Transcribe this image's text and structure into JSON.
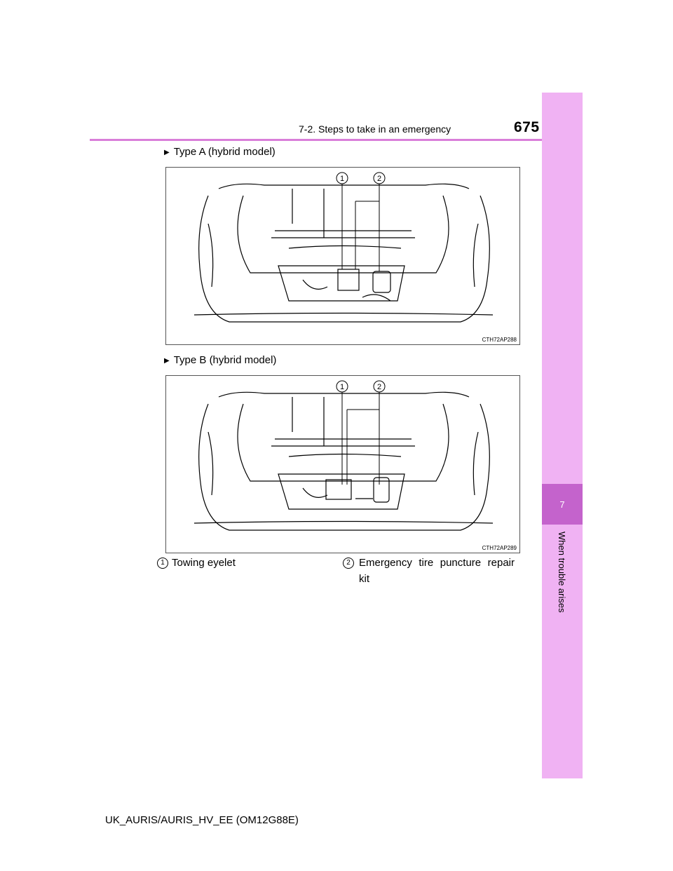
{
  "header": {
    "section_title": "7-2. Steps to take in an emergency",
    "page_number": "675"
  },
  "side_tab": {
    "chapter_number": "7",
    "chapter_title": "When trouble arises"
  },
  "figures": [
    {
      "subhead": "Type A (hybrid model)",
      "code": "CTH72AP288",
      "callouts": [
        "1",
        "2"
      ]
    },
    {
      "subhead": "Type B (hybrid model)",
      "code": "CTH72AP289",
      "callouts": [
        "1",
        "2"
      ]
    }
  ],
  "legend": [
    {
      "number": "1",
      "label": "Towing eyelet"
    },
    {
      "number": "2",
      "label": "Emergency tire puncture repair kit"
    }
  ],
  "footer": {
    "doc_id": "UK_AURIS/AURIS_HV_EE (OM12G88E)"
  }
}
